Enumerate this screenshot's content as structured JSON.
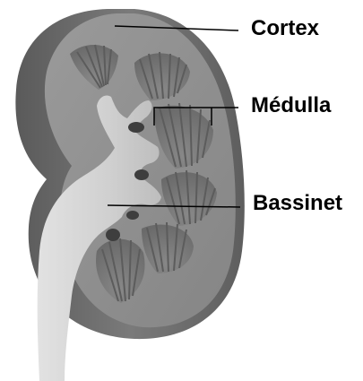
{
  "labels": {
    "cortex": "Cortex",
    "medulla": "Médulla",
    "pelvis": "Bassinet"
  },
  "colors": {
    "outer_shell": "#6f6f6f",
    "cortex_fill": "#8e8e8e",
    "pelvis_fill": "#d2d2d2",
    "pyramid_fill": "#7a7a7a",
    "pyramid_stripe": "#5c5c5c",
    "leader_line": "#000000"
  }
}
